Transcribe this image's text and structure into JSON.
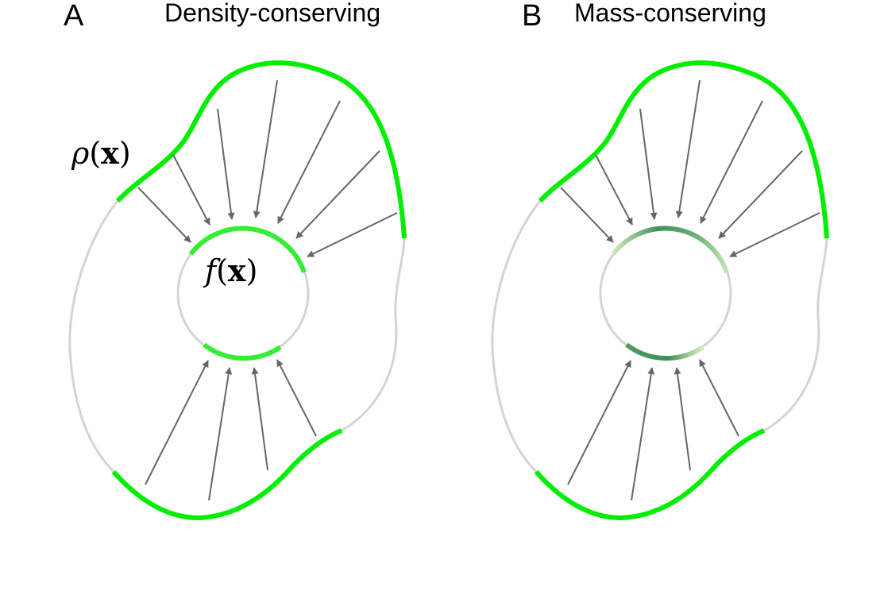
{
  "panels": [
    {
      "letter": "A",
      "title": "Density-conserving"
    },
    {
      "letter": "B",
      "title": "Mass-conserving"
    }
  ],
  "labels": {
    "rho": {
      "symbol": "ρ",
      "open": "(",
      "var": "x",
      "close": ")"
    },
    "f": {
      "symbol": "f",
      "open": "(",
      "var": "x",
      "close": ")"
    }
  },
  "colors": {
    "source_green": "#00ee00",
    "target_green": "#33ee33",
    "outline_gray": "#d4d4d4",
    "arrow_gray": "#666666",
    "mass_light": "#cfe8b8",
    "mass_dark": "#3f8f5a"
  }
}
